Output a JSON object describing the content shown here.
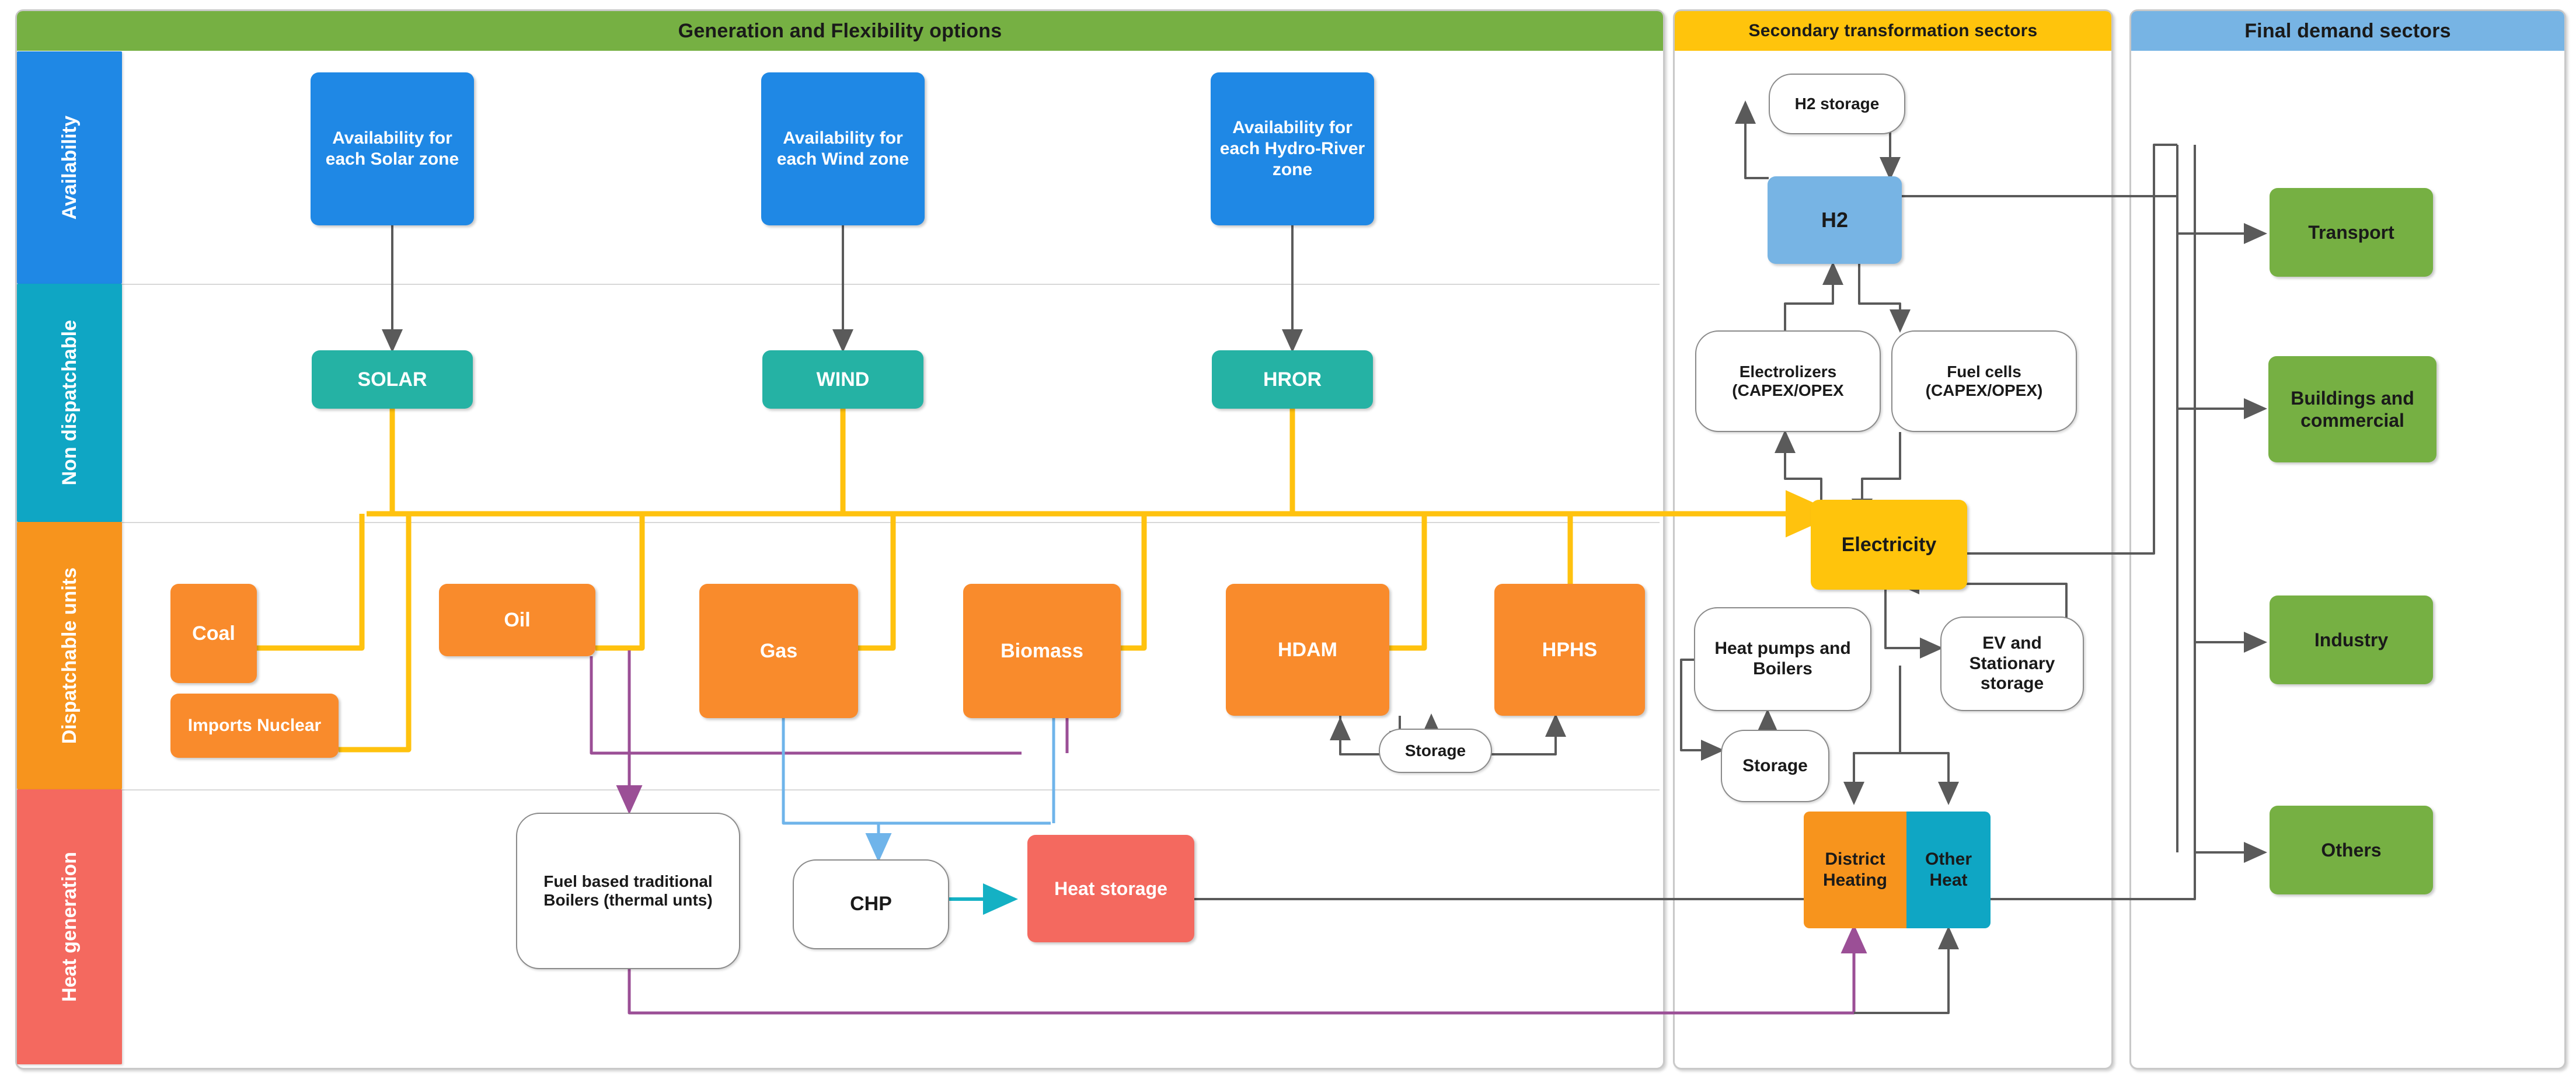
{
  "panels": {
    "generation": {
      "title": "Generation and Flexibility options",
      "header_color": "#76b043"
    },
    "secondary": {
      "title": "Secondary transformation sectors",
      "header_color": "#ffc40c"
    },
    "demand": {
      "title": "Final demand sectors",
      "header_color": "#77b4e4"
    }
  },
  "row_bands": [
    {
      "label": "Availability",
      "color": "#1f88e5"
    },
    {
      "label": "Non dispatchable",
      "color": "#0fa6c4"
    },
    {
      "label": "Dispatchable units",
      "color": "#f7941d"
    },
    {
      "label": "Heat generation",
      "color": "#f4695f"
    }
  ],
  "availability": [
    {
      "label": "Availability for each Solar zone"
    },
    {
      "label": "Availability for each Wind zone"
    },
    {
      "label": "Availability for each Hydro-River zone"
    }
  ],
  "non_dispatchable": [
    {
      "label": "SOLAR"
    },
    {
      "label": "WIND"
    },
    {
      "label": "HROR"
    }
  ],
  "dispatchable": [
    {
      "label": "Coal"
    },
    {
      "label": "Imports Nuclear"
    },
    {
      "label": "Oil"
    },
    {
      "label": "Gas"
    },
    {
      "label": "Biomass"
    },
    {
      "label": "HDAM"
    },
    {
      "label": "HPHS"
    }
  ],
  "dispatchable_storage": {
    "label": "Storage"
  },
  "heat_generation": [
    {
      "label": "Fuel based traditional Boilers (thermal unts)"
    },
    {
      "label": "CHP"
    },
    {
      "label": "Heat storage"
    }
  ],
  "secondary_nodes": {
    "h2_storage": {
      "label": "H2 storage"
    },
    "h2": {
      "label": "H2"
    },
    "electrolizers": {
      "label": "Electrolizers (CAPEX/OPEX"
    },
    "fuel_cells": {
      "label": "Fuel cells (CAPEX/OPEX)"
    },
    "electricity": {
      "label": "Electricity"
    },
    "heat_pumps": {
      "label": "Heat pumps and Boilers"
    },
    "ev_storage": {
      "label": "EV and Stationary storage"
    },
    "hp_storage": {
      "label": "Storage"
    },
    "district_heating": {
      "label": "District Heating"
    },
    "other_heat": {
      "label": "Other Heat"
    }
  },
  "demand_sectors": [
    {
      "label": "Transport"
    },
    {
      "label": "Buildings and commercial"
    },
    {
      "label": "Industry"
    },
    {
      "label": "Others"
    }
  ],
  "colors": {
    "electricity_flow": "#ffc20e",
    "heat_flow": "#9b4f96",
    "chp_flow": "#6fb4ea",
    "heat_storage_flow": "#14b1c4",
    "generic_flow": "#5a5a5a",
    "panel_border": "#c9c9c9"
  }
}
